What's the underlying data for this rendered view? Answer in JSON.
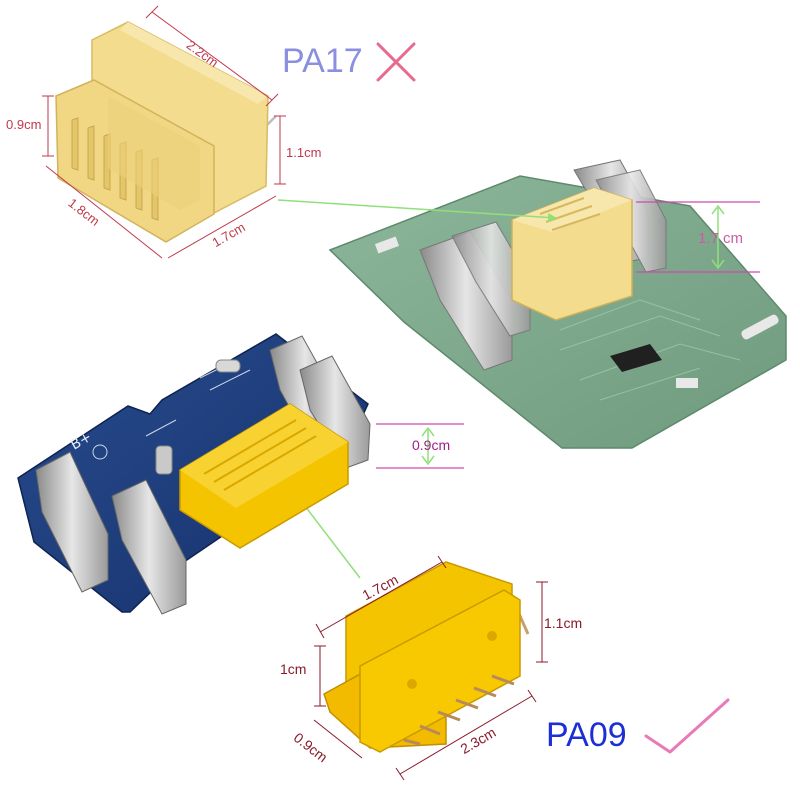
{
  "colors": {
    "pa17_label": "#8a8fe0",
    "pa09_label": "#1b2fd6",
    "reject_mark": "#e86a8c",
    "accept_mark": "#e87ab8",
    "dimension_red": "#c0394b",
    "dimension_magenta": "#d04ab0",
    "pointer_green": "#8fe07a",
    "pcb_green": "#7fa88a",
    "pcb_blue": "#1f3e7a",
    "pa17_connector": "#f3dc8e",
    "pa09_connector": "#f5c400"
  },
  "pa17": {
    "model": "PA17",
    "verdict_icon": "cross-icon",
    "dims": {
      "top_length": "2.2cm",
      "left_height": "0.9cm",
      "right_height": "1.1cm",
      "bottom_left": "1.8cm",
      "bottom_right": "1.7cm"
    },
    "board_dim": "1.7 cm"
  },
  "pa09": {
    "model": "PA09",
    "verdict_icon": "check-icon",
    "dims": {
      "top_length": "1.7cm",
      "right_height": "1.1cm",
      "left_height": "1cm",
      "bottom_left": "0.9cm",
      "bottom_right": "2.3cm"
    },
    "board_dim": "0.9cm"
  }
}
